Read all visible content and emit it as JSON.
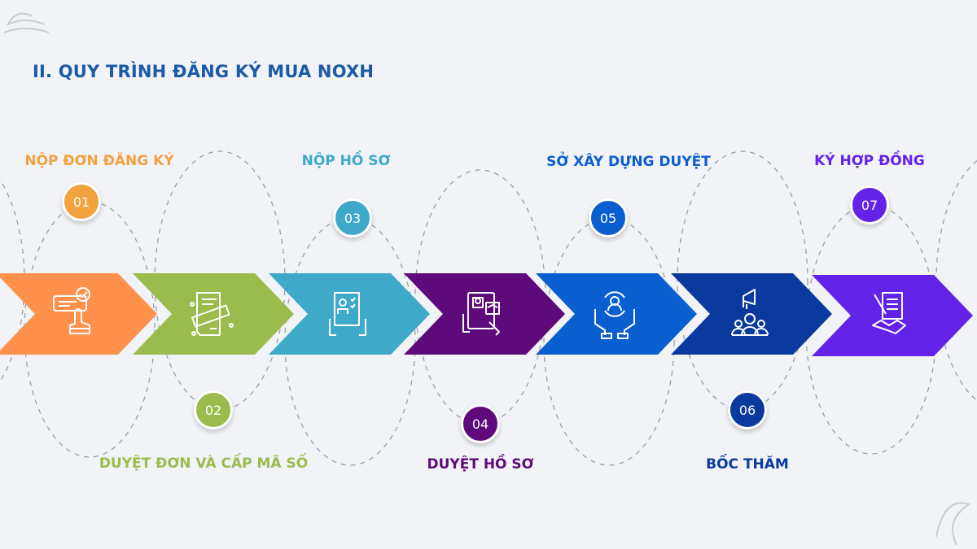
{
  "title": "II. QUY TRÌNH ĐĂNG KÝ MUA NOXH",
  "steps": [
    {
      "number": "01",
      "label": "NỘP ĐƠN ĐĂNG KÝ",
      "icon": "form-click-icon",
      "color": "#ff914d",
      "badge_color": "#f2a23e",
      "label_color": "#f4a042"
    },
    {
      "number": "02",
      "label": "DUYỆT ĐƠN VÀ CẤP MÃ SỐ",
      "icon": "approved-document-icon",
      "color": "#9bbb4c",
      "badge_color": "#9bbb4c",
      "label_color": "#9bbb4c"
    },
    {
      "number": "03",
      "label": "NỘP HỒ SƠ",
      "icon": "profile-document-icon",
      "color": "#3fa9c9",
      "badge_color": "#3fa9c9",
      "label_color": "#3fa9c9"
    },
    {
      "number": "04",
      "label": "DUYỆT HỒ SƠ",
      "icon": "tablet-review-icon",
      "color": "#5e0a7a",
      "badge_color": "#5e0a7a",
      "label_color": "#5e0a7a"
    },
    {
      "number": "05",
      "label": "SỞ XÂY DỰNG DUYỆT",
      "icon": "hands-user-icon",
      "color": "#0a5fd0",
      "badge_color": "#0a5fd0",
      "label_color": "#0a5fd0"
    },
    {
      "number": "06",
      "label": "BỐC THĂM",
      "icon": "megaphone-group-icon",
      "color": "#0b3a9e",
      "badge_color": "#0b3a9e",
      "label_color": "#0b3a9e"
    },
    {
      "number": "07",
      "label": "KÝ HỢP ĐỒNG",
      "icon": "contract-handshake-icon",
      "color": "#6322e8",
      "badge_color": "#6322e8",
      "label_color": "#6322e8"
    }
  ]
}
